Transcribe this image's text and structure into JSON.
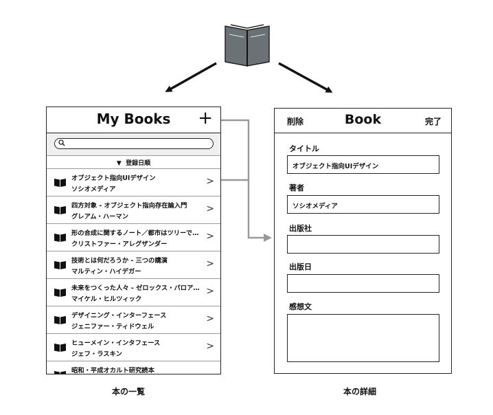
{
  "list_screen": {
    "title": "My Books",
    "add_symbol": "+",
    "sort_label": "登録日順",
    "books": [
      {
        "title": "オブジェクト指向UIデザイン",
        "author": "ソシオメディア"
      },
      {
        "title": "四方対象 - オブジェクト指向存在論入門",
        "author": "グレアム・ハーマン"
      },
      {
        "title": "形の合成に関するノート／都市はツリーで…",
        "author": "クリストファー・アレグザンダー"
      },
      {
        "title": "技術とは何だろうか - 三つの講演",
        "author": "マルティン・ハイデガー"
      },
      {
        "title": "未来をつくった人々 - ゼロックス・パロア…",
        "author": "マイケル・ヒルツィック"
      },
      {
        "title": "デザイニング・インターフェース",
        "author": "ジェニファー・ティドウェル"
      },
      {
        "title": "ヒューメイン・インタフェース",
        "author": "ジェフ・ラスキン"
      },
      {
        "title": "昭和・平成オカルト研究読本",
        "author": ""
      }
    ],
    "caption": "本の一覧"
  },
  "detail_screen": {
    "title": "Book",
    "delete_label": "削除",
    "done_label": "完了",
    "fields": [
      {
        "label": "タイトル",
        "value": "オブジェクト指向UIデザイン"
      },
      {
        "label": "著者",
        "value": "ソシオメディア"
      },
      {
        "label": "出版社",
        "value": ""
      },
      {
        "label": "出版日",
        "value": ""
      },
      {
        "label": "感想文",
        "value": ""
      }
    ],
    "caption": "本の詳細"
  },
  "icons": {
    "top": "open-book-icon",
    "row": "book-icon",
    "search": "search-icon",
    "sort": "triangle-down-icon",
    "chevron": "chevron-right-icon"
  },
  "colors": {
    "connector": "#9a9a9a",
    "outline": "#222222",
    "search_bar_bg": "#efefef"
  }
}
